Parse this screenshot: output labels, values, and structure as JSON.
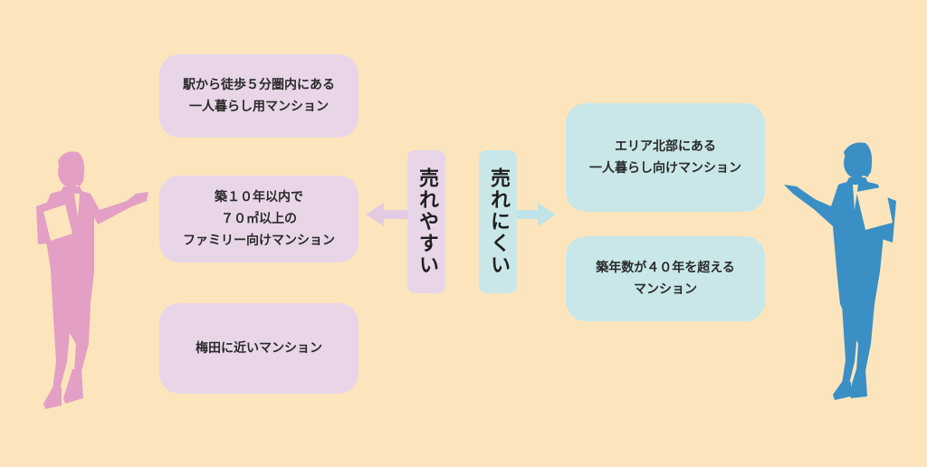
{
  "easy_to_sell": {
    "label": "売れやすい",
    "items": [
      {
        "lines": [
          "駅から徒歩５分圏内にある",
          "一人暮らし用マンション"
        ]
      },
      {
        "lines": [
          "築１０年以内で",
          "７０㎡以上の",
          "ファミリー向けマンション"
        ]
      },
      {
        "lines": [
          "梅田に近いマンション"
        ]
      }
    ]
  },
  "hard_to_sell": {
    "label": "売れにくい",
    "items": [
      {
        "lines": [
          "エリア北部にある",
          "一人暮らし向けマンション"
        ]
      },
      {
        "lines": [
          "築年数が４０年を超える",
          "マンション"
        ]
      }
    ]
  },
  "colors": {
    "background": "#fce5bd",
    "easy_box": "#e8d6e8",
    "hard_box": "#c9e7e9",
    "easy_arrow": "#e3cce3",
    "hard_arrow": "#bfe3e6",
    "pink_figure": "#e39fc4",
    "blue_figure": "#3a8fc4"
  }
}
